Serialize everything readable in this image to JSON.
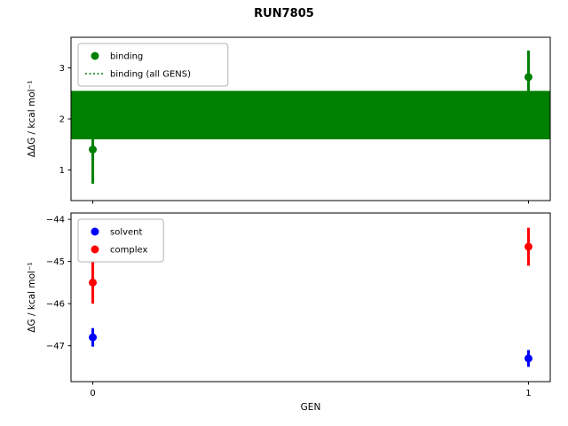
{
  "title": "RUN7805",
  "colors": {
    "binding": "#008000",
    "solvent": "#0000ff",
    "complex": "#ff0000"
  },
  "chart_data": [
    {
      "type": "scatter",
      "title": "",
      "ylabel": "ΔΔG / kcal mol⁻¹",
      "xlabel": "",
      "ylim": [
        0.4,
        3.6
      ],
      "xlim": [
        -0.05,
        1.05
      ],
      "yticks": [
        {
          "value": 1,
          "label": "1"
        },
        {
          "value": 2,
          "label": "2"
        },
        {
          "value": 3,
          "label": "3"
        }
      ],
      "xticks": [
        {
          "value": 0,
          "label": "0"
        },
        {
          "value": 1,
          "label": "1"
        }
      ],
      "show_xtick_labels": false,
      "series": [
        {
          "name": "binding",
          "color": "#008000",
          "marker": "circle",
          "x": [
            0,
            1
          ],
          "y": [
            1.4,
            2.82
          ],
          "yerr": [
            0.67,
            0.52
          ]
        }
      ],
      "band": {
        "name": "binding (all GENS)",
        "color": "#008000",
        "low": 1.6,
        "high": 2.55,
        "center": 2.07,
        "style": "dotted"
      },
      "legend": [
        {
          "label": "binding",
          "type": "marker",
          "color": "#008000"
        },
        {
          "label": "binding (all GENS)",
          "type": "dotted-line",
          "color": "#008000"
        }
      ],
      "legend_position": "upper-left",
      "grid": false
    },
    {
      "type": "scatter",
      "title": "",
      "ylabel": "ΔG / kcal mol⁻¹",
      "xlabel": "GEN",
      "ylim": [
        -47.85,
        -43.85
      ],
      "xlim": [
        -0.05,
        1.05
      ],
      "yticks": [
        {
          "value": -44,
          "label": "−44"
        },
        {
          "value": -45,
          "label": "−45"
        },
        {
          "value": -46,
          "label": "−46"
        },
        {
          "value": -47,
          "label": "−47"
        }
      ],
      "xticks": [
        {
          "value": 0,
          "label": "0"
        },
        {
          "value": 1,
          "label": "1"
        }
      ],
      "show_xtick_labels": true,
      "series": [
        {
          "name": "solvent",
          "color": "#0000ff",
          "marker": "circle",
          "x": [
            0,
            1
          ],
          "y": [
            -46.8,
            -47.3
          ],
          "yerr": [
            0.22,
            0.2
          ]
        },
        {
          "name": "complex",
          "color": "#ff0000",
          "marker": "circle",
          "x": [
            0,
            1
          ],
          "y": [
            -45.5,
            -44.65
          ],
          "yerr": [
            0.5,
            0.45
          ]
        }
      ],
      "legend": [
        {
          "label": "solvent",
          "type": "marker",
          "color": "#0000ff"
        },
        {
          "label": "complex",
          "type": "marker",
          "color": "#ff0000"
        }
      ],
      "legend_position": "upper-left",
      "grid": false
    }
  ]
}
